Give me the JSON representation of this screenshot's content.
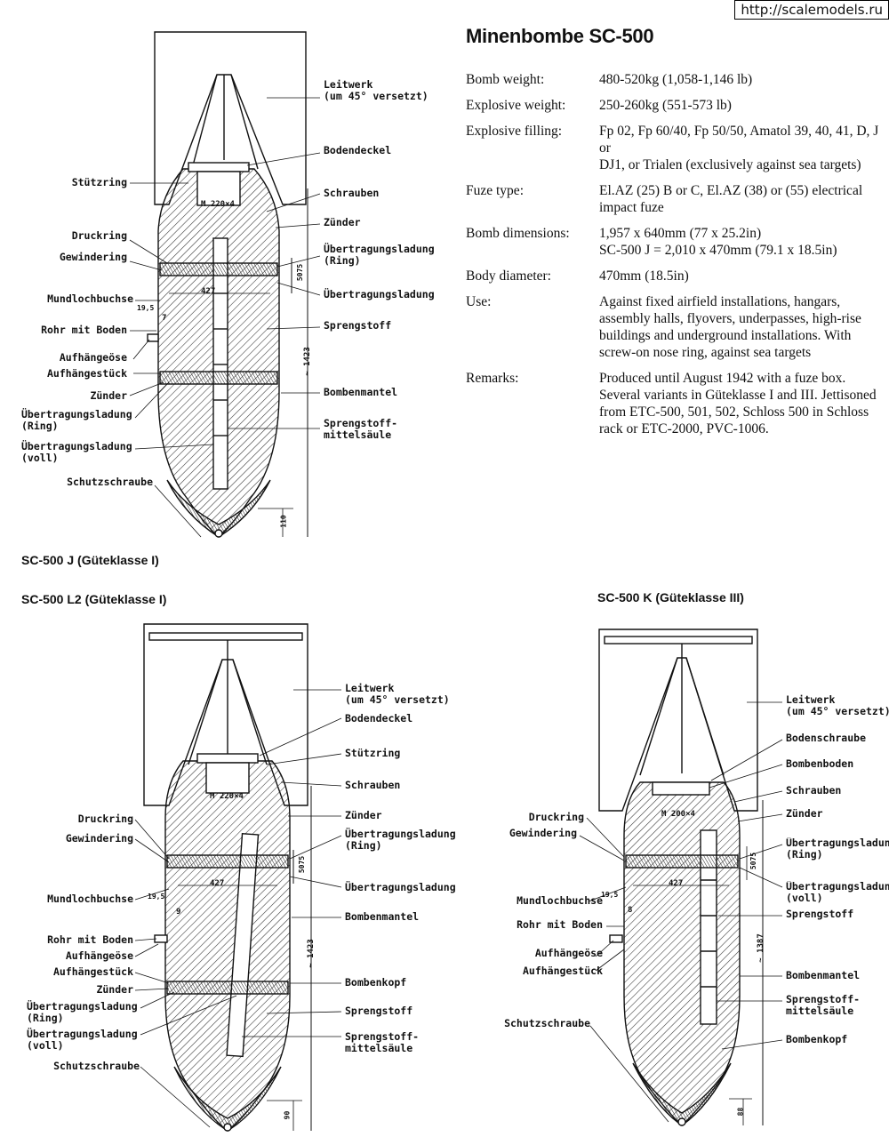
{
  "watermark": "http://scalemodels.ru",
  "title": "Minenbombe SC-500",
  "specs": [
    {
      "label": "Bomb weight:",
      "value": "480-520kg (1,058-1,146 lb)"
    },
    {
      "label": "Explosive weight:",
      "value": "250-260kg (551-573 lb)"
    },
    {
      "label": "Explosive filling:",
      "value": "Fp 02, Fp 60/40, Fp 50/50, Amatol 39, 40, 41, D, J or\nDJ1, or Trialen (exclusively against sea targets)"
    },
    {
      "label": "Fuze type:",
      "value": "El.AZ (25) B or C, El.AZ (38) or (55) electrical\nimpact fuze"
    },
    {
      "label": "Bomb dimensions:",
      "value": "1,957 x 640mm (77 x 25.2in)\nSC-500 J = 2,010 x 470mm (79.1 x 18.5in)"
    },
    {
      "label": "Body diameter:",
      "value": "470mm (18.5in)"
    },
    {
      "label": "Use:",
      "value": "Against fixed airfield installations, hangars,\nassembly halls, flyovers, underpasses, high-rise\nbuildings and underground installations. With\nscrew-on nose ring, against sea targets"
    },
    {
      "label": "Remarks:",
      "value": "Produced until August 1942 with a fuze box.\nSeveral variants in Güteklasse I and III. Jettisoned\nfrom ETC-500, 501, 502, Schloss 500 in Schloss\nrack or ETC-2000, PVC-1006."
    }
  ],
  "captions": {
    "j": "SC-500 J (Güteklasse I)",
    "l2": "SC-500 L2 (Güteklasse I)",
    "k": "SC-500 K (Güteklasse III)"
  },
  "diagram_j": {
    "left": [
      "Stützring",
      "Druckring",
      "Gewindering",
      "Mundlochbuchse",
      "Rohr mit Boden",
      "Aufhängeöse",
      "Aufhängestück",
      "Zünder",
      "Übertragungsladung\n(Ring)",
      "Übertragungsladung\n(voll)",
      "Schutzschraube"
    ],
    "right": [
      "Leitwerk\n(um 45° versetzt)",
      "Bodendeckel",
      "Schrauben",
      "Zünder",
      "Übertragungsladung\n(Ring)",
      "Übertragungsladung",
      "Sprengstoff",
      "Bombenmantel",
      "Sprengstoff-\nmittelsäule"
    ],
    "dims": [
      "M 220×4",
      "427",
      "19,5",
      "5075",
      "~ 1423",
      "7",
      "110"
    ]
  },
  "diagram_l2": {
    "left": [
      "Druckring",
      "Gewindering",
      "Mundlochbuchse",
      "Rohr mit Boden",
      "Aufhängeöse",
      "Aufhängestück",
      "Zünder",
      "Übertragungsladung\n(Ring)",
      "Übertragungsladung\n(voll)",
      "Schutzschraube"
    ],
    "right": [
      "Leitwerk\n(um 45° versetzt)",
      "Bodendeckel",
      "Stützring",
      "Schrauben",
      "Zünder",
      "Übertragungsladung\n(Ring)",
      "Übertragungsladung",
      "Bombenmantel",
      "Bombenkopf",
      "Sprengstoff",
      "Sprengstoff-\nmittelsäule"
    ],
    "dims": [
      "M 220×4",
      "427",
      "19,5",
      "5075",
      "~ 1423",
      "9",
      "90"
    ]
  },
  "diagram_k": {
    "left": [
      "Druckring",
      "Gewindering",
      "Mundlochbuchse",
      "Rohr mit Boden",
      "Aufhängeöse",
      "Aufhängestück",
      "Schutzschraube"
    ],
    "right": [
      "Leitwerk\n(um 45° versetzt)",
      "Bodenschraube",
      "Bombenboden",
      "Schrauben",
      "Zünder",
      "Übertragungsladung\n(Ring)",
      "Übertragungsladung\n(voll)",
      "Sprengstoff",
      "Bombenmantel",
      "Sprengstoff-\nmittelsäule",
      "Bombenkopf"
    ],
    "dims": [
      "M 200×4",
      "427",
      "19,5",
      "5075",
      "~ 1387",
      "8",
      "88"
    ]
  }
}
